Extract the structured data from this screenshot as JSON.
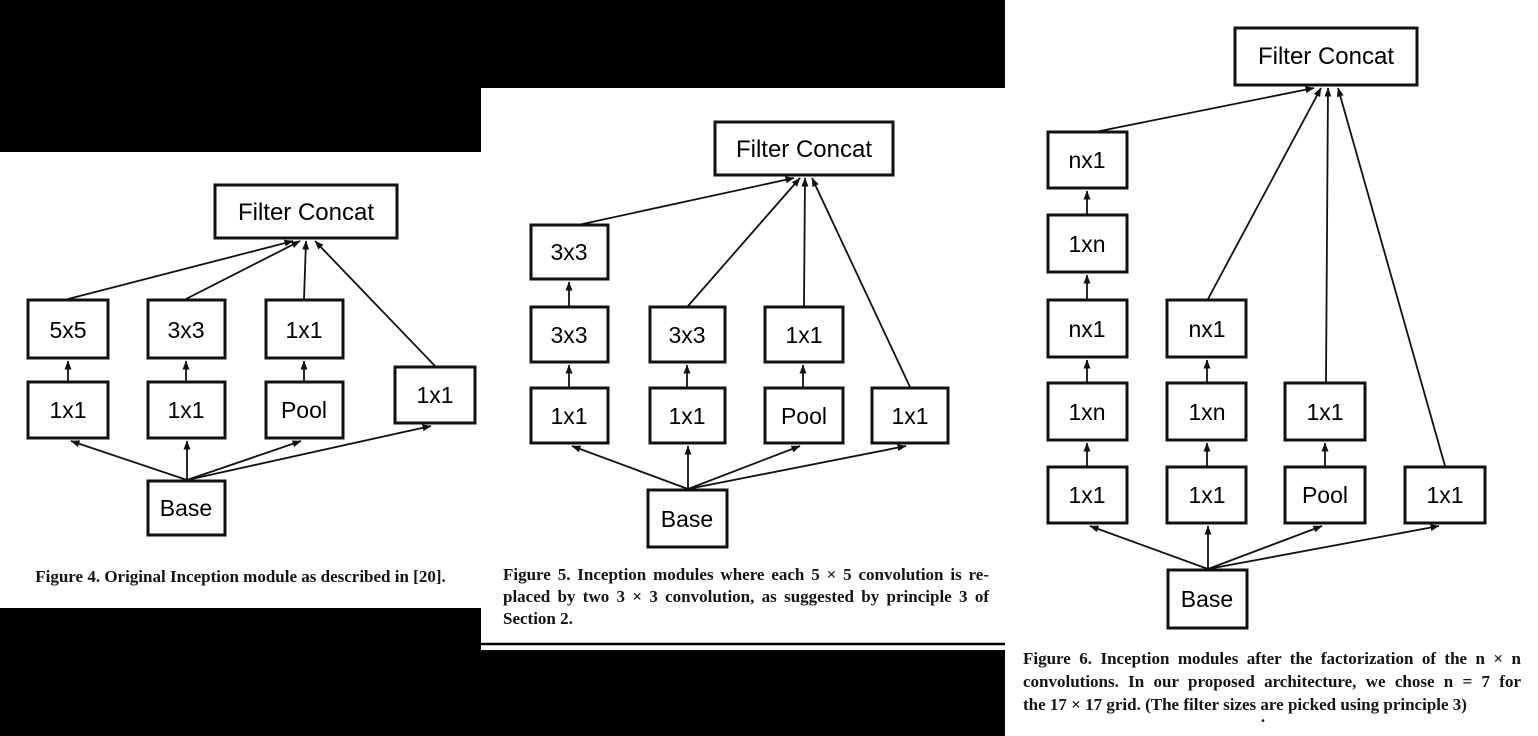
{
  "colors": {
    "background": "#000000",
    "panel": "#ffffff",
    "ink": "#111111",
    "caption_text": "#141414"
  },
  "fig4": {
    "caption": "Figure 4. Original Inception module as described in [20].",
    "nodes": {
      "filter_concat": "Filter Concat",
      "conv5x5": "5x5",
      "conv3x3": "3x3",
      "conv1x1_top": "1x1",
      "conv1x1_left": "1x1",
      "conv1x1_mid": "1x1",
      "pool": "Pool",
      "conv1x1_right": "1x1",
      "base": "Base"
    }
  },
  "fig5": {
    "caption_lines": [
      "Figure 5. Inception modules where each 5 × 5 convolution is re-",
      "placed by two 3 × 3 convolution, as suggested by principle 3 of",
      "Section 2."
    ],
    "nodes": {
      "filter_concat": "Filter Concat",
      "conv3x3_top": "3x3",
      "conv3x3_mid": "3x3",
      "conv3x3_right": "3x3",
      "conv1x1_top": "1x1",
      "conv1x1_left": "1x1",
      "conv1x1_mid": "1x1",
      "pool": "Pool",
      "conv1x1_right": "1x1",
      "base": "Base"
    }
  },
  "fig6": {
    "caption_lines": [
      "Figure 6. Inception modules after the factorization of the n × n",
      "convolutions. In our proposed architecture, we chose n = 7 for",
      "the 17 × 17 grid. (The filter sizes are picked using principle 3)"
    ],
    "stray_period": ".",
    "nodes": {
      "filter_concat": "Filter Concat",
      "c1_nx1_top": "nx1",
      "c1_1xn_upper": "1xn",
      "c1_nx1_mid": "nx1",
      "c1_1xn_lower": "1xn",
      "c1_1x1": "1x1",
      "c2_nx1": "nx1",
      "c2_1xn": "1xn",
      "c2_1x1": "1x1",
      "c3_1x1": "1x1",
      "c3_pool": "Pool",
      "c4_1x1": "1x1",
      "base": "Base"
    }
  }
}
